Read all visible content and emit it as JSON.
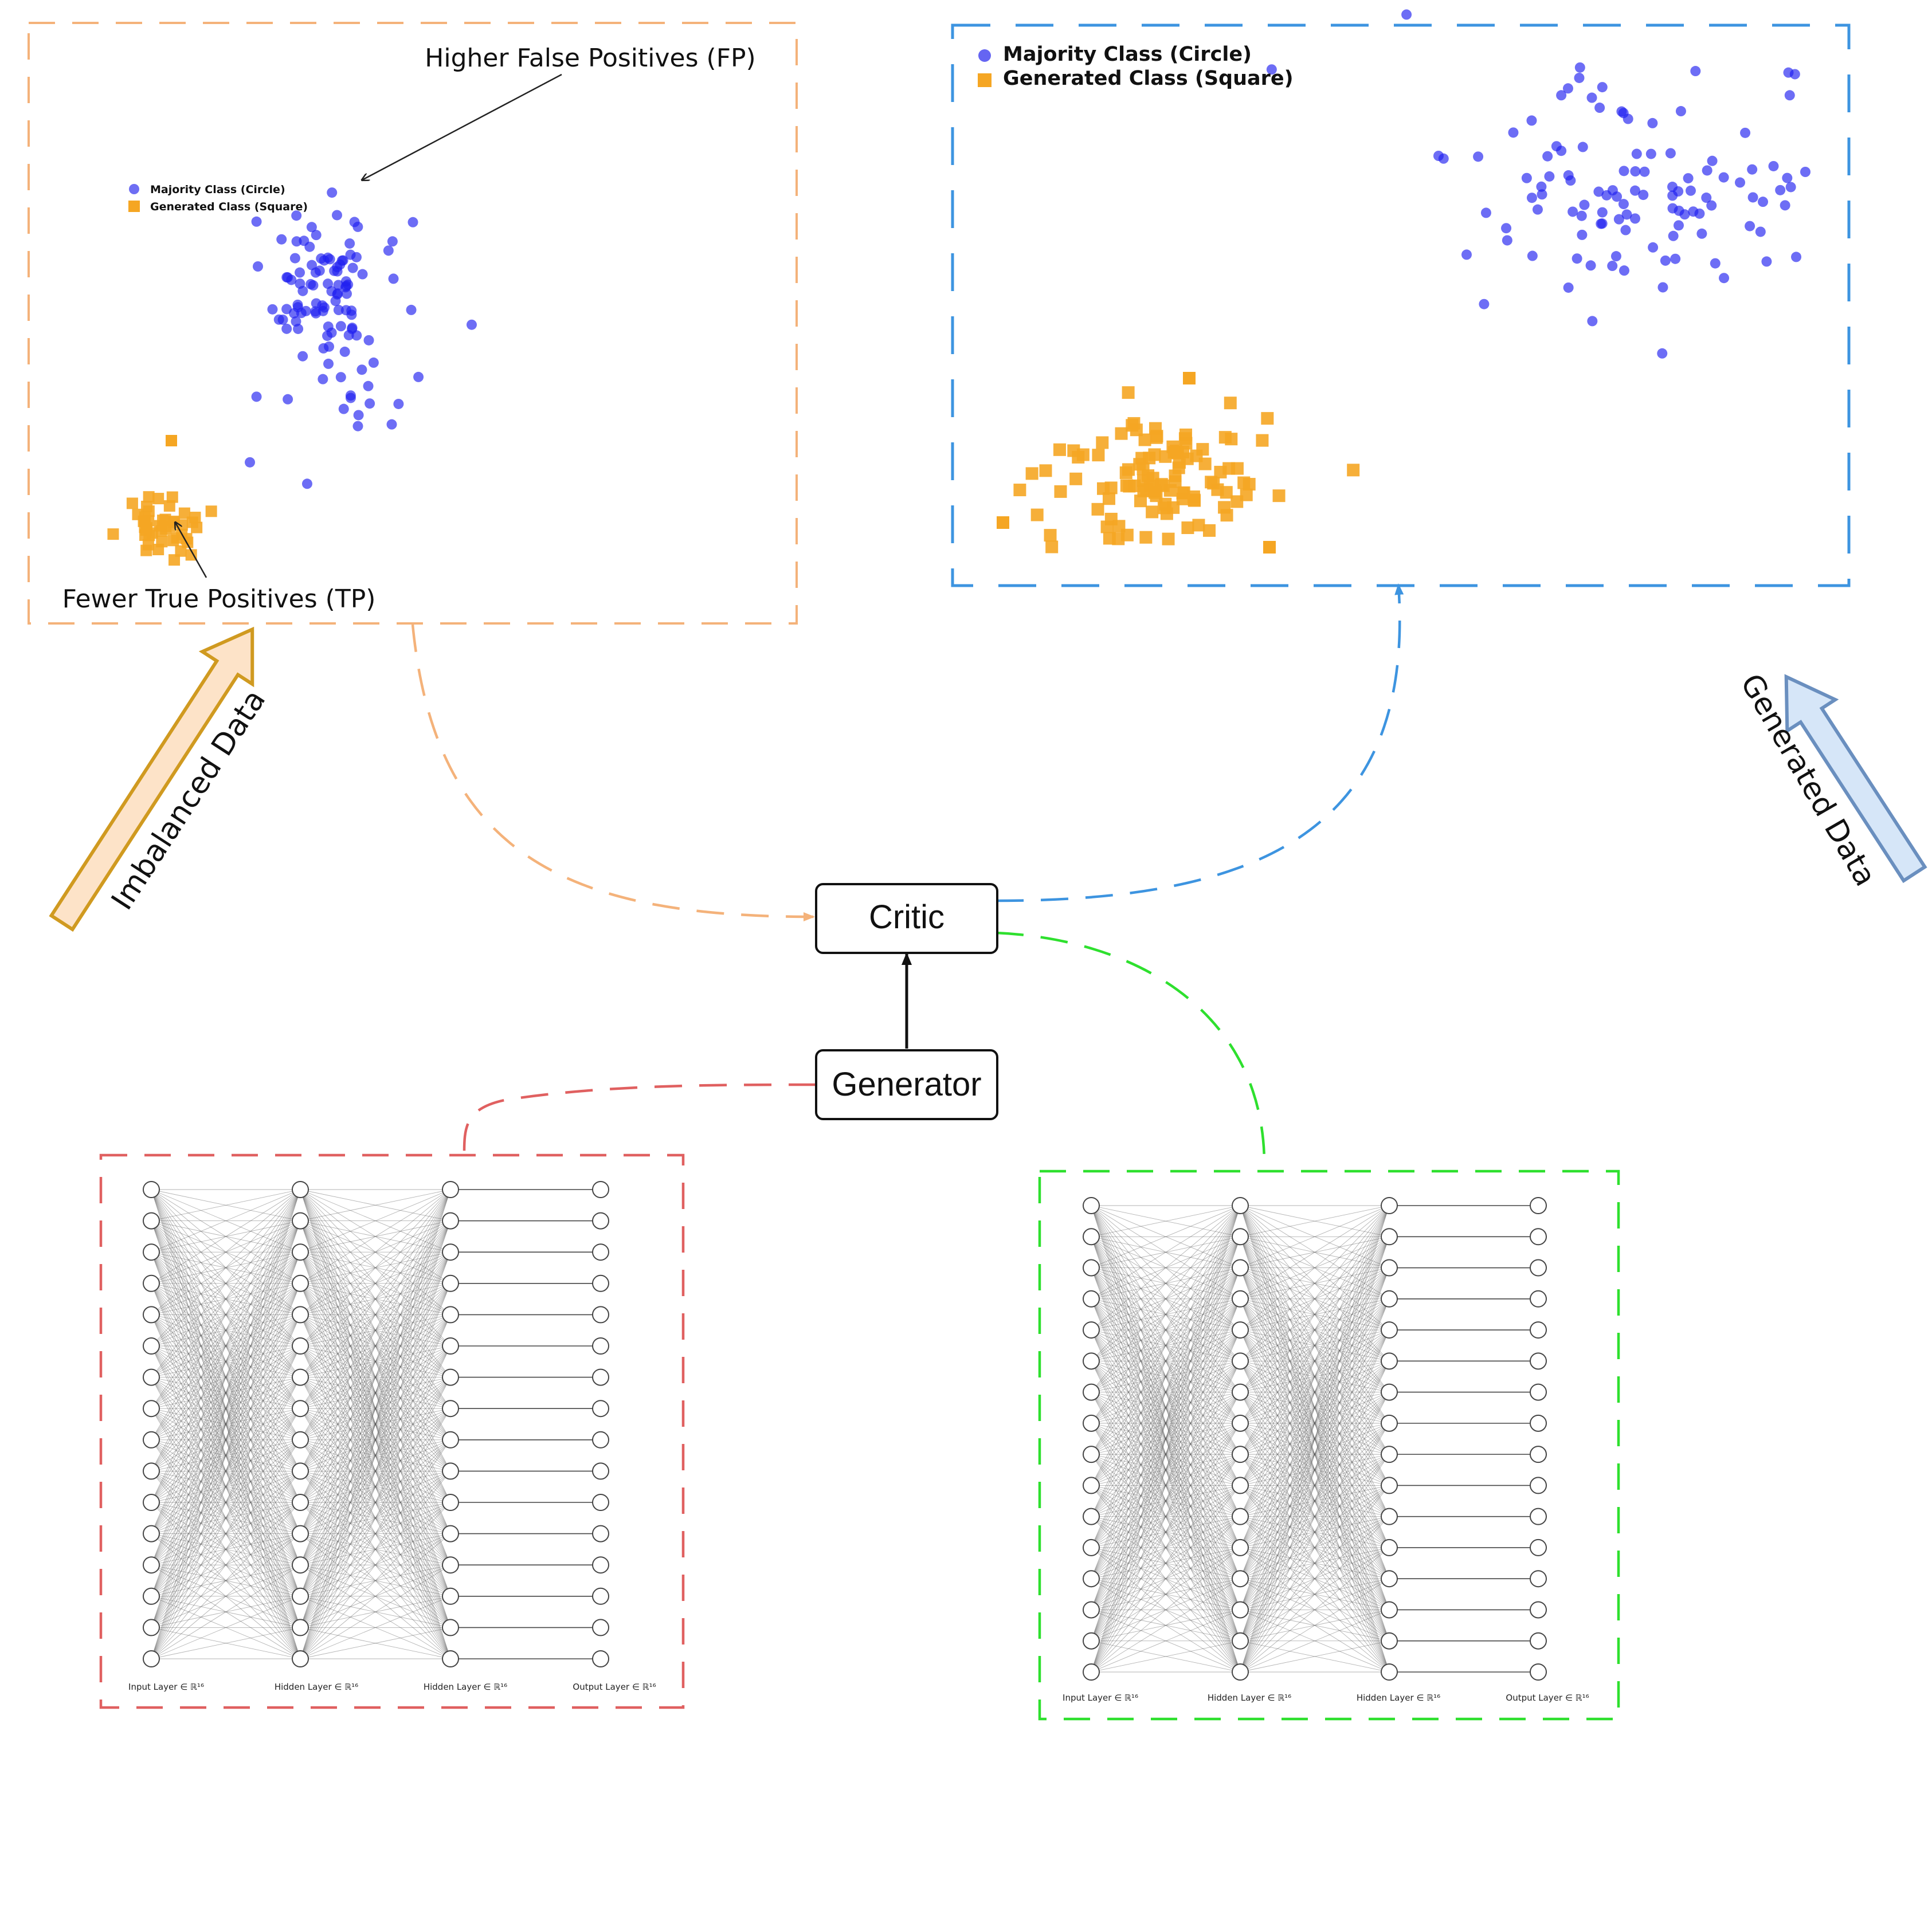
{
  "annotations": {
    "higher_fp": "Higher False Positives (FP)",
    "fewer_tp": "Fewer True Positives (TP)"
  },
  "legend": {
    "majority": "Majority Class (Circle)",
    "generated": "Generated Class (Square)"
  },
  "arrows": {
    "imbalanced": "Imbalanced Data",
    "generated": "Generated Data"
  },
  "nodes": {
    "critic": "Critic",
    "generator": "Generator"
  },
  "network": {
    "input_label": "Input Layer ∈ ℝ¹⁶",
    "hidden1_label": "Hidden Layer ∈ ℝ¹⁶",
    "hidden2_label": "Hidden Layer ∈ ℝ¹⁶",
    "output_label": "Output Layer ∈ ℝ¹⁶",
    "nodes_per_layer": 16
  },
  "colors": {
    "majority": "#1f1fef",
    "minority": "#f5a623",
    "orange_frame": "#f4b27a",
    "blue_frame": "#3d94e0",
    "red_frame": "#e06060",
    "green_frame": "#2ee02e",
    "imbalanced_arrow_fill": "#fde3c8",
    "imbalanced_arrow_stroke": "#d09a20",
    "generated_arrow_fill": "#d6e6f8",
    "generated_arrow_stroke": "#6a8fbf"
  }
}
